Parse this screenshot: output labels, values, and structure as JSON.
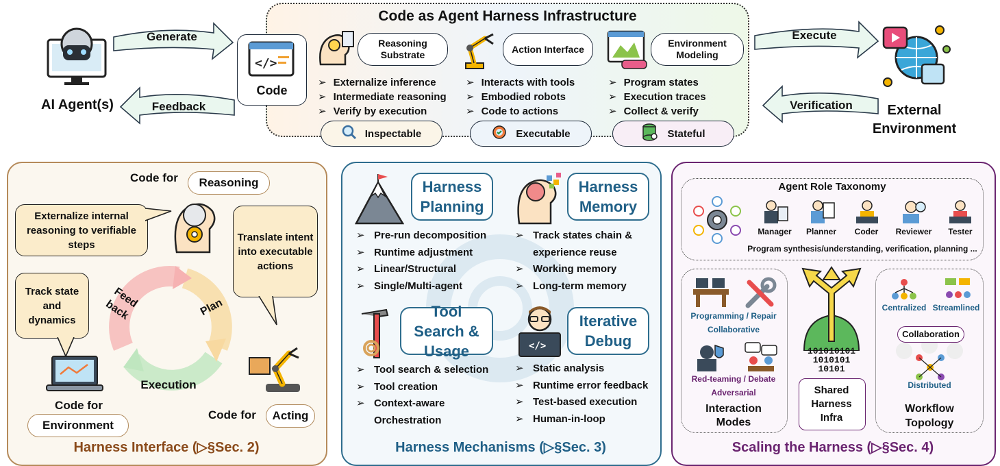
{
  "top": {
    "title": "Code as Agent Harness Infrastructure",
    "agent_label": "AI Agent(s)",
    "code_label": "Code",
    "generate": "Generate",
    "feedback": "Feedback",
    "execute": "Execute",
    "verification": "Verification",
    "env_label": "External Environment",
    "columns": [
      {
        "title": "Reasoning Substrate",
        "bullets": [
          "Externalize inference",
          "Intermediate reasoning",
          "Verify by execution"
        ],
        "badge": "Inspectable",
        "icon": "brain-head-icon",
        "badge_icon": "magnifier-icon"
      },
      {
        "title": "Action Interface",
        "bullets": [
          "Interacts with tools",
          "Embodied robots",
          "Code to actions"
        ],
        "badge": "Executable",
        "icon": "robot-arm-icon",
        "badge_icon": "gear-check-icon"
      },
      {
        "title": "Environment Modeling",
        "bullets": [
          "Program states",
          "Execution traces",
          "Collect & verify"
        ],
        "badge": "Stateful",
        "icon": "dashboard-icon",
        "badge_icon": "database-icon"
      }
    ]
  },
  "left_panel": {
    "title": "Harness Interface (▷§Sec. 2)",
    "code_for": "Code for",
    "reasoning": "Reasoning",
    "acting": "Acting",
    "environment_line1": "Code for",
    "environment": "Environment",
    "bubble_reasoning": "Externalize internal reasoning to verifiable steps",
    "bubble_acting": "Translate intent into executable actions",
    "bubble_env": "Track state and dynamics",
    "cycle": {
      "feedback": "Feed back",
      "plan": "Plan",
      "execution": "Execution"
    }
  },
  "middle_panel": {
    "title": "Harness Mechanisms (▷§Sec. 3)",
    "planning": {
      "title": "Harness Planning",
      "bullets": [
        "Pre-run decomposition",
        "Runtime adjustment",
        "Linear/Structural",
        "Single/Multi-agent"
      ]
    },
    "memory": {
      "title": "Harness Memory",
      "bullets": [
        "Track states chain & experience reuse",
        "Working memory",
        "Long-term memory"
      ]
    },
    "tools": {
      "title": "Tool Search & Usage",
      "bullets": [
        "Tool search & selection",
        "Tool creation",
        "Context-aware Orchestration"
      ]
    },
    "debug": {
      "title": "Iterative Debug",
      "bullets": [
        "Static analysis",
        "Runtime error feedback",
        "Test-based execution",
        "Human-in-loop"
      ]
    }
  },
  "right_panel": {
    "title": "Scaling the Harness (▷§Sec. 4)",
    "taxonomy": {
      "title": "Agent Role Taxonomy",
      "roles": [
        "Manager",
        "Planner",
        "Coder",
        "Reviewer",
        "Tester"
      ],
      "caption": "Program synthesis/understanding, verification, planning ..."
    },
    "interaction": {
      "programming": "Programming / Repair",
      "collaborative": "Collaborative",
      "redteam": "Red-teaming / Debate",
      "adversarial": "Adversarial",
      "title": "Interaction Modes"
    },
    "shared": {
      "binary": [
        "101010101",
        "1010101",
        "10101"
      ],
      "title": "Shared Harness Infra"
    },
    "workflow": {
      "centralized": "Centralized",
      "streamlined": "Streamlined",
      "collaboration": "Collaboration",
      "distributed": "Distributed",
      "title": "Workflow Topology"
    }
  },
  "colors": {
    "teal": "#1f5f86",
    "brown": "#8a4a1a",
    "purple": "#6a2470",
    "cream": "#fbeccb"
  }
}
